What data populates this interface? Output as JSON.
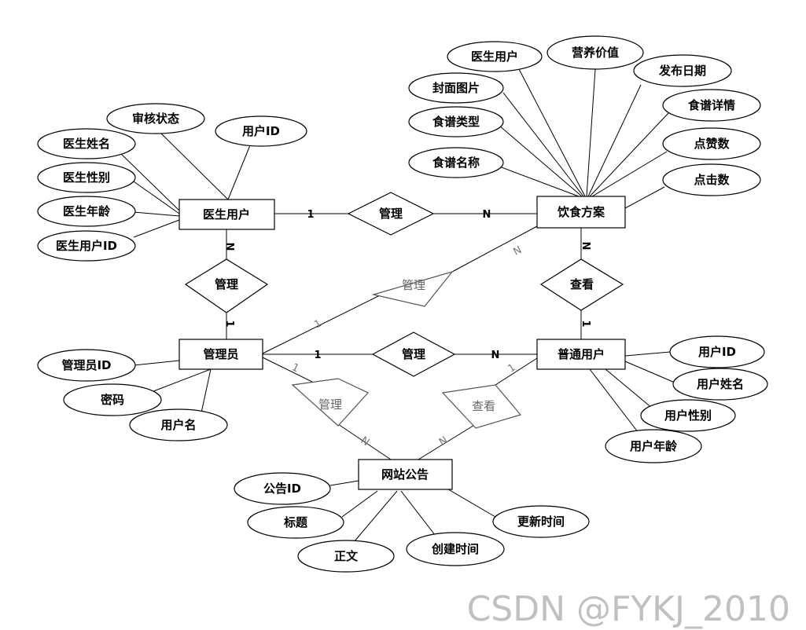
{
  "entities": {
    "doctor": "医生用户",
    "diet_plan": "饮食方案",
    "admin": "管理员",
    "user": "普通用户",
    "notice": "网站公告"
  },
  "relationships": {
    "manage": "管理",
    "view": "查看"
  },
  "cardinality": {
    "one": "1",
    "many": "N"
  },
  "attributes": {
    "doctor": [
      "审核状态",
      "用户ID",
      "医生姓名",
      "医生性别",
      "医生年龄",
      "医生用户ID"
    ],
    "diet_plan": [
      "医生用户",
      "营养价值",
      "封面图片",
      "发布日期",
      "食谱类型",
      "食谱详情",
      "点赞数",
      "食谱名称",
      "点击数"
    ],
    "admin": [
      "管理员ID",
      "密码",
      "用户名"
    ],
    "user": [
      "用户ID",
      "用户姓名",
      "用户性别",
      "用户年龄"
    ],
    "notice": [
      "公告ID",
      "标题",
      "正文",
      "创建时间",
      "更新时间"
    ]
  },
  "watermark": "CSDN @FYKJ_2010"
}
